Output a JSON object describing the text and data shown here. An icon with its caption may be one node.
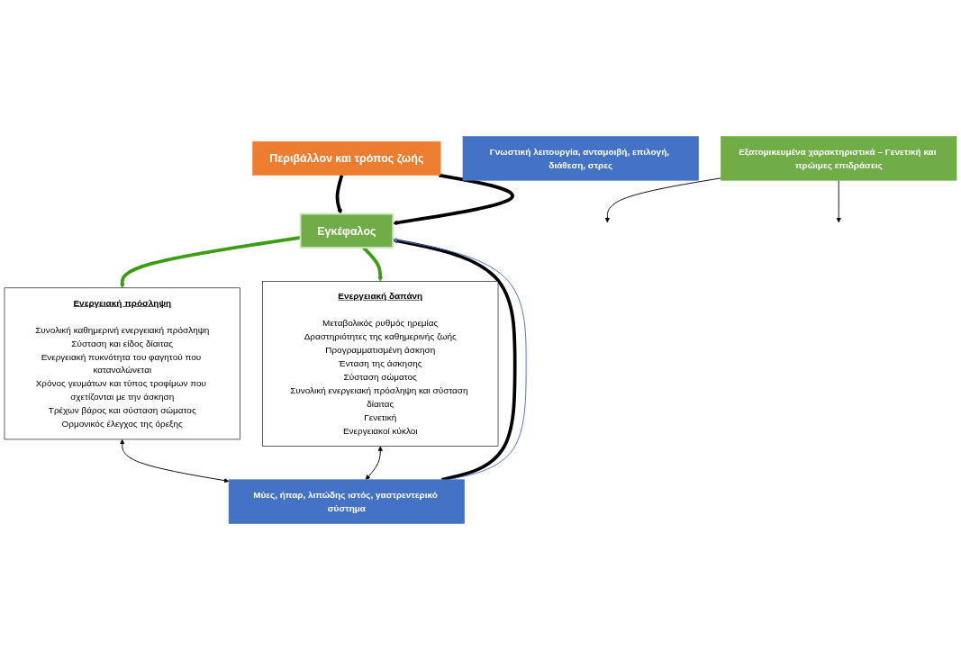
{
  "diagram": {
    "nodes": [
      {
        "text": [
          "Περιβάλλον και τρόπος ζωής"
        ]
      },
      {
        "text": [
          "Γνωστική λειτουργία, ανταμοιβή, επιλογή, διάθεση, στρες"
        ]
      },
      {
        "text": [
          "Εγκέφαλος"
        ]
      },
      {
        "text": [
          "Ενεργειακή πρόσληψη",
          "Συνολική καθημερινή ενεργειακή πρόσληψη",
          "Σύσταση και είδος δίαιτας",
          "Ενεργειακή πυκνότητα του φαγητού που καταναλώνεται",
          "Χρόνος γευμάτων και τύπος τροφίμων που σχετίζονται με την άσκηση",
          "Τρέχων βάρος και σύσταση σώματος",
          "Ορμονικός έλεγχος της όρεξης"
        ]
      },
      {
        "text": [
          "Ενεργειακή δαπάνη",
          "Μεταβολικός ρυθμός ηρεμίας",
          "Δραστηριότητες της καθημερινής ζωής",
          "Προγραμματισμένη άσκηση",
          "Ένταση της άσκησης",
          "Σύσταση σώματος",
          "Συνολική ενεργειακή πρόσληψη και σύσταση δίαιτας",
          "Γενετική",
          "Ενεργειακοί κύκλοι"
        ]
      },
      {
        "text": [
          "Μύες, ήπαρ, λιπώδης ιστός, γαστρεντερικό σύστημα"
        ]
      },
      {
        "text": [
          "Εξατομικευμένα χαρακτηριστικά – Γενετική και πρώιμες επιδράσεις"
        ]
      }
    ],
    "edges": [
      {
        "from": 0,
        "to": 2,
        "arrow": "to",
        "style": "thick"
      },
      {
        "from": 0,
        "to": 2,
        "arrow": "to",
        "style": "thick"
      },
      {
        "from": 2,
        "to": 3,
        "arrow": "to",
        "style": "thick",
        "color": "#3a9d12"
      },
      {
        "from": 2,
        "to": 4,
        "arrow": "to",
        "style": "thick",
        "color": "#3a9d12"
      },
      {
        "from": 5,
        "to": 2,
        "arrow": "to",
        "style": "thick"
      },
      {
        "from": 5,
        "to": 2,
        "arrow": "to",
        "color": "#4472c4"
      },
      {
        "from": 3,
        "to": 5,
        "arrow": "both"
      },
      {
        "from": 4,
        "to": 5,
        "arrow": "both"
      },
      {
        "from": 6,
        "to": null,
        "arrow": "to"
      },
      {
        "from": 6,
        "to": null,
        "arrow": "to"
      }
    ]
  }
}
